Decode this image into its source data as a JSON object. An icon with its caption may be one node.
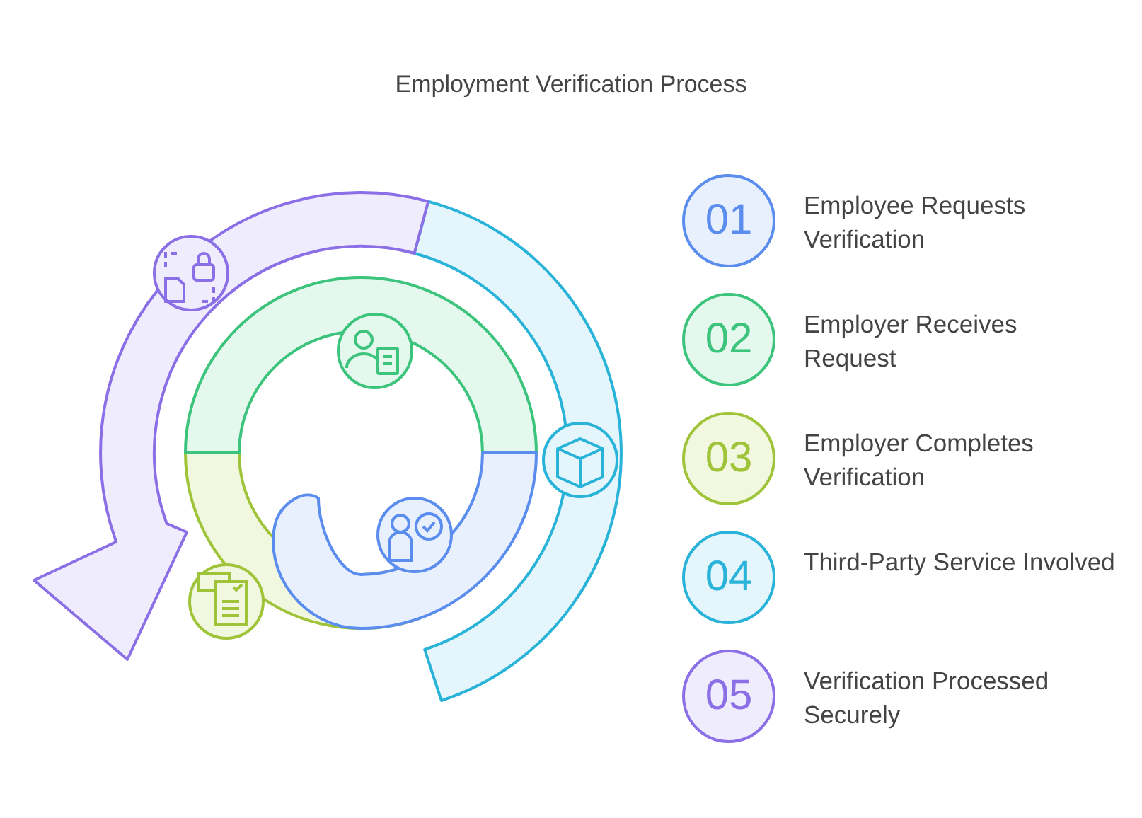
{
  "diagram": {
    "title": "Employment Verification Process",
    "nodes": [
      {
        "text": [
          "01"
        ],
        "beside": [
          "Employee Requests Verification"
        ]
      },
      {
        "text": [
          "02"
        ],
        "beside": [
          "Employer Receives Request"
        ]
      },
      {
        "text": [
          "03"
        ],
        "beside": [
          "Employer Completes Verification"
        ]
      },
      {
        "text": [
          "04"
        ],
        "beside": [
          "Third-Party Service Involved"
        ]
      },
      {
        "text": [
          "05"
        ],
        "beside": [
          "Verification Processed Securely"
        ]
      }
    ]
  }
}
